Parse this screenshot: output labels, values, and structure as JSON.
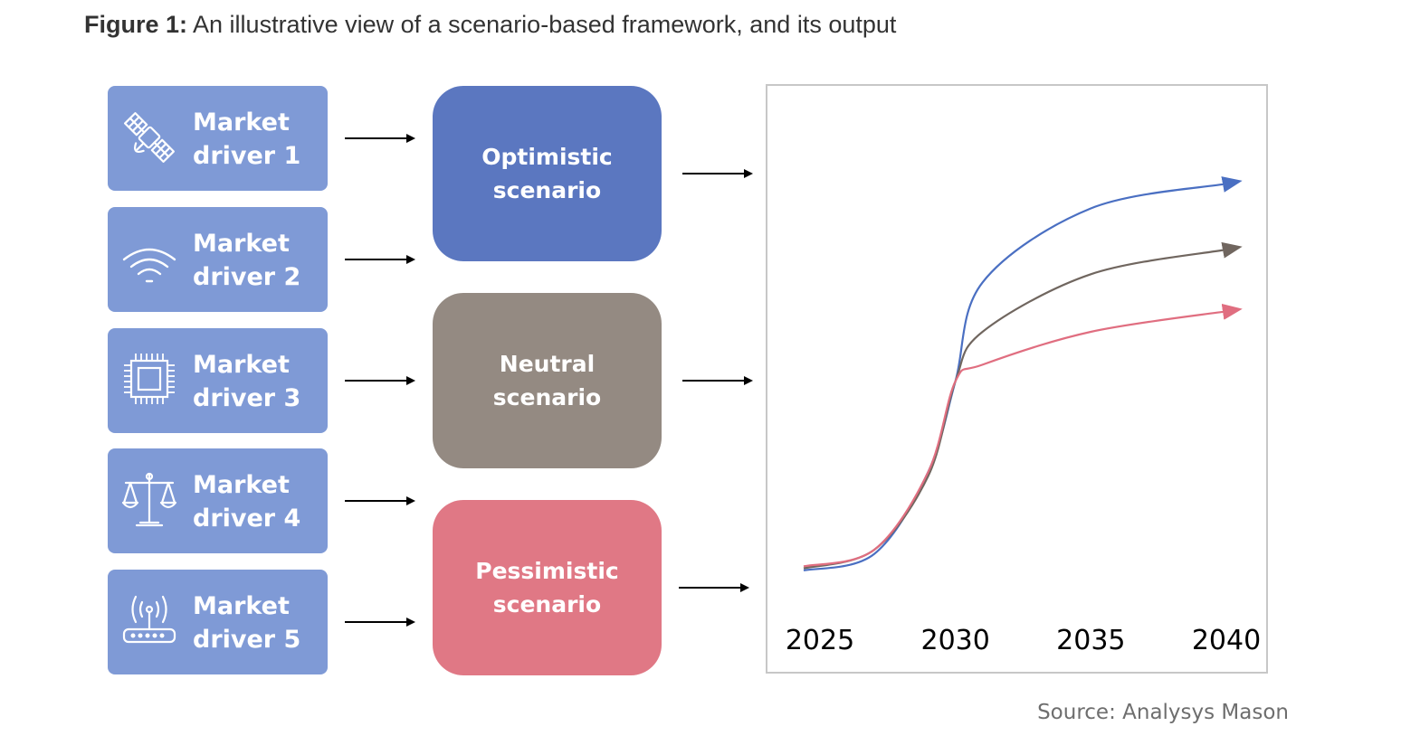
{
  "figure": {
    "label": "Figure 1:",
    "title": " An illustrative view of a scenario-based framework, and its output"
  },
  "drivers": [
    {
      "line1": "Market",
      "line2": "driver 1",
      "icon": "satellite-icon"
    },
    {
      "line1": "Market",
      "line2": "driver 2",
      "icon": "wifi-icon"
    },
    {
      "line1": "Market",
      "line2": "driver 3",
      "icon": "chip-icon"
    },
    {
      "line1": "Market",
      "line2": "driver 4",
      "icon": "scales-icon"
    },
    {
      "line1": "Market",
      "line2": "driver 5",
      "icon": "router-icon"
    }
  ],
  "scenarios": [
    {
      "line1": "Optimistic",
      "line2": "scenario",
      "color": "#5b77c0"
    },
    {
      "line1": "Neutral",
      "line2": "scenario",
      "color": "#948a82"
    },
    {
      "line1": "Pessimistic",
      "line2": "scenario",
      "color": "#e07885"
    }
  ],
  "colors": {
    "driver_box": "#7f9ad6",
    "optimistic_line": "#4a6fc2",
    "neutral_line": "#70665f",
    "pessimistic_line": "#e06e80"
  },
  "chart_data": {
    "type": "line",
    "x_ticks": [
      "2025",
      "2030",
      "2035",
      "2040"
    ],
    "series": [
      {
        "color": "#4a6fc2",
        "x": [
          2024.4,
          2027,
          2029,
          2030,
          2031,
          2035,
          2040
        ],
        "y": [
          0.02,
          0.06,
          0.26,
          0.48,
          0.72,
          0.9,
          0.96
        ]
      },
      {
        "color": "#70665f",
        "x": [
          2024.4,
          2027,
          2029,
          2030,
          2031,
          2035,
          2040
        ],
        "y": [
          0.025,
          0.07,
          0.25,
          0.48,
          0.6,
          0.74,
          0.8
        ]
      },
      {
        "color": "#e06e80",
        "x": [
          2024.4,
          2027,
          2029,
          2030,
          2031,
          2035,
          2040
        ],
        "y": [
          0.03,
          0.07,
          0.26,
          0.48,
          0.52,
          0.6,
          0.65
        ]
      }
    ]
  },
  "source": "Source: Analysys Mason"
}
